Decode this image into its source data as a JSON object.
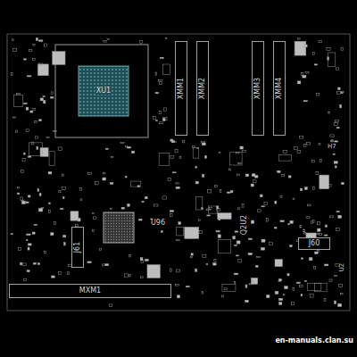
{
  "diagram": {
    "nodes": [
      {
        "text": [
          "XU1"
        ]
      },
      {
        "text": [
          "XMM1"
        ]
      },
      {
        "text": [
          "XMM2"
        ]
      },
      {
        "text": [
          "XMM3"
        ]
      },
      {
        "text": [
          "XMM4"
        ]
      },
      {
        "text": [
          "J61"
        ]
      },
      {
        "text": [
          "J60"
        ]
      },
      {
        "text": [
          "MXM1"
        ]
      }
    ],
    "labels": [
      "U96",
      "Q2U2",
      "H7",
      "U2",
      "en-manuals.clan.su"
    ]
  }
}
